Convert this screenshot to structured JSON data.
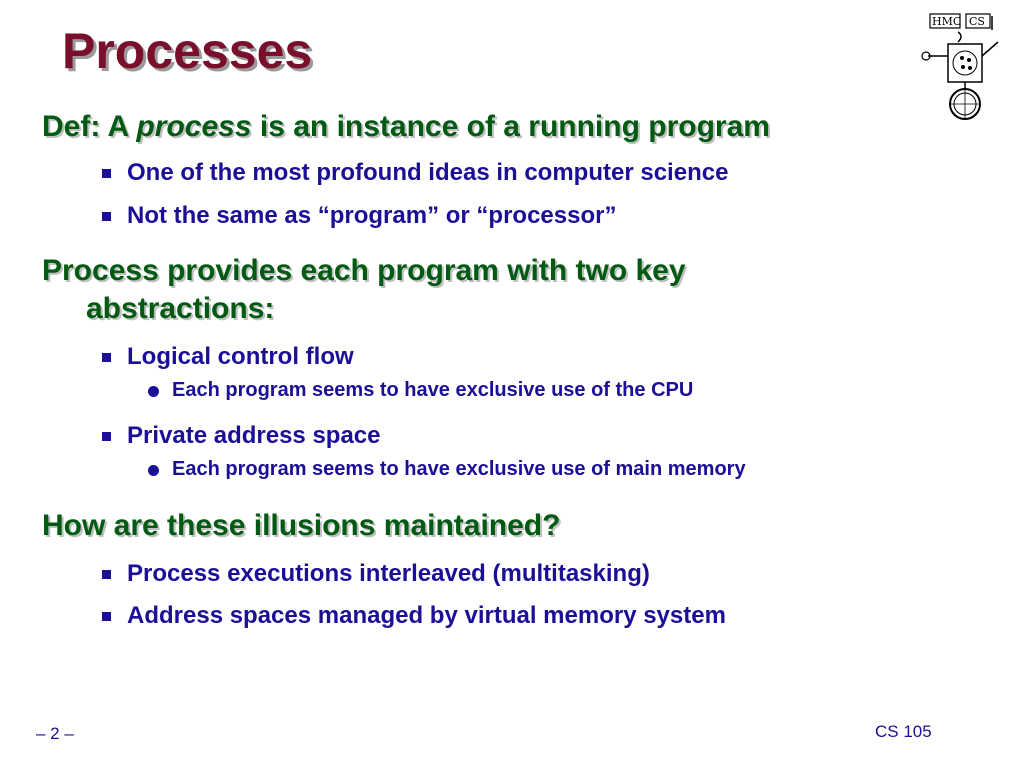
{
  "slide": {
    "title": "Processes",
    "logo_icon": "hmc-cs-robot-logo",
    "logo_text_left": "HMC",
    "logo_text_right": "CS",
    "sections": [
      {
        "heading_prefix": "Def: A ",
        "heading_emphasis": "process",
        "heading_suffix": " is an instance of a running program",
        "bullets": [
          {
            "text": "One of the most profound ideas in computer science"
          },
          {
            "text": "Not the same as “program” or “processor”"
          }
        ]
      },
      {
        "heading_line1": "Process provides each program with two key",
        "heading_line2": "abstractions:",
        "bullets": [
          {
            "text": "Logical control flow",
            "sub": "Each program seems to have exclusive use of the CPU"
          },
          {
            "text": "Private address space",
            "sub": "Each program seems to have exclusive use of main memory"
          }
        ]
      },
      {
        "heading": "How are these illusions maintained?",
        "bullets": [
          {
            "text": "Process executions interleaved (multitasking)"
          },
          {
            "text": "Address spaces managed by virtual memory system"
          }
        ]
      }
    ],
    "footer_page": "– 2 –",
    "footer_course": "CS 105"
  },
  "colors": {
    "title": "#7a0f2c",
    "heading": "#005a12",
    "bullet_text": "#1a0f96"
  }
}
